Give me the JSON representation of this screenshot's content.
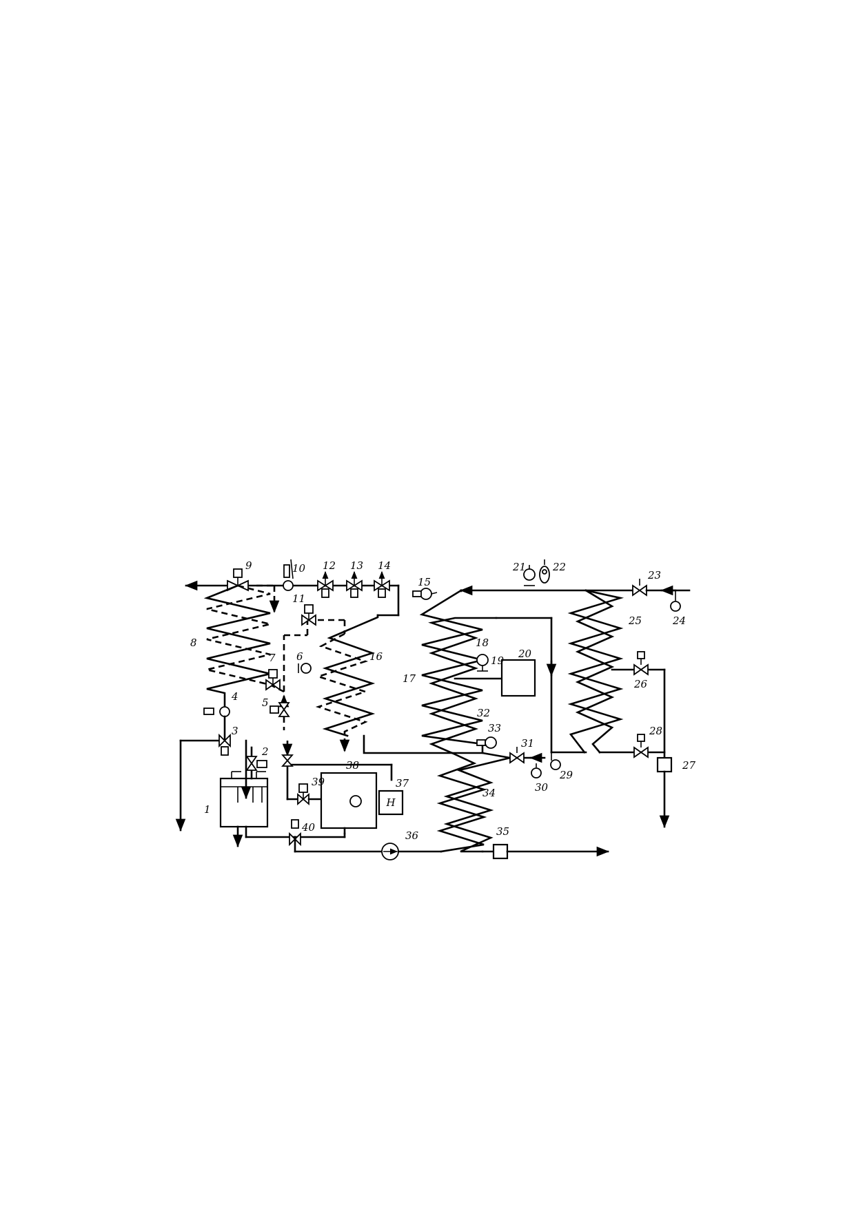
{
  "diagram": {
    "labels": [
      "1",
      "2",
      "3",
      "4",
      "5",
      "6",
      "7",
      "8",
      "9",
      "10",
      "11",
      "12",
      "13",
      "14",
      "15",
      "16",
      "17",
      "18",
      "19",
      "20",
      "21",
      "22",
      "23",
      "24",
      "25",
      "26",
      "27",
      "28",
      "29",
      "30",
      "31",
      "32",
      "33",
      "34",
      "35",
      "36",
      "37",
      "38",
      "39",
      "40"
    ],
    "device_37_text": "H"
  }
}
